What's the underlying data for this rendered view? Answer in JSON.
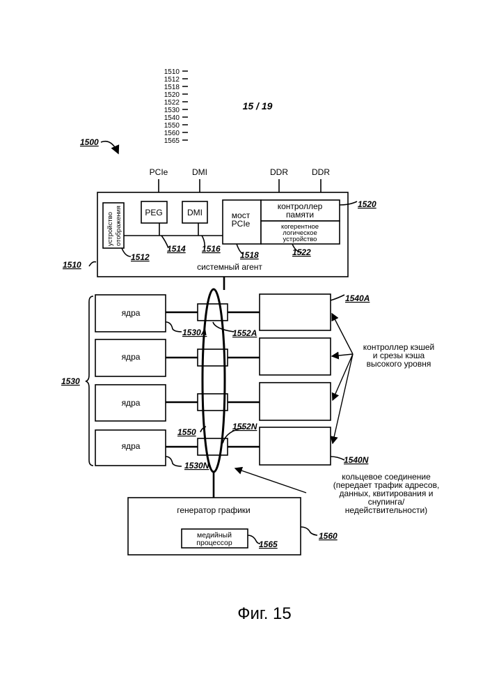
{
  "header": {
    "ref_list": [
      "1510",
      "1512",
      "1518",
      "1520",
      "1522",
      "1530",
      "1540",
      "1550",
      "1560",
      "1565"
    ],
    "sheet": "15 / 19",
    "figure_ref": "1500"
  },
  "system_agent": {
    "ref": "1510",
    "label": "системный агент",
    "ports": {
      "pcie": "PCIe",
      "dmi": "DMI",
      "ddr1": "DDR",
      "ddr2": "DDR"
    },
    "display": {
      "label": "устройство отображения",
      "line1": "устройство",
      "line2": "отображения",
      "ref": "1512"
    },
    "peg": {
      "label": "PEG",
      "ref": "1514"
    },
    "dmi": {
      "label": "DMI",
      "ref": "1516"
    },
    "bridge": {
      "line1": "мост",
      "line2": "PCIe",
      "ref": "1518"
    },
    "memory_controller": {
      "line1": "контроллер",
      "line2": "памяти",
      "ref": "1520"
    },
    "coherent_logic": {
      "line1": "когерентное",
      "line2": "логическое",
      "line3": "устройство",
      "ref": "1522"
    }
  },
  "cores": {
    "ref": "1530",
    "items": [
      {
        "label": "ядра",
        "ref": "1530A"
      },
      {
        "label": "ядра",
        "ref": ""
      },
      {
        "label": "ядра",
        "ref": ""
      },
      {
        "label": "ядра",
        "ref": "1530N"
      }
    ]
  },
  "ring": {
    "ref": "1550",
    "stop_first_ref": "1552A",
    "stop_last_ref": "1552N",
    "description": [
      "кольцевое соединение",
      "(передает трафик адресов,",
      "данных, квитирования и",
      "снупинга/",
      "недействительности)"
    ]
  },
  "cache": {
    "first_ref": "1540A",
    "last_ref": "1540N",
    "description": [
      "контроллер кэшей",
      "и срезы кэша",
      "высокого уровня"
    ]
  },
  "graphics": {
    "label": "генератор графики",
    "ref": "1560",
    "media": {
      "line1": "медийный",
      "line2": "процессор",
      "ref": "1565"
    }
  },
  "caption": "Фиг. 15"
}
